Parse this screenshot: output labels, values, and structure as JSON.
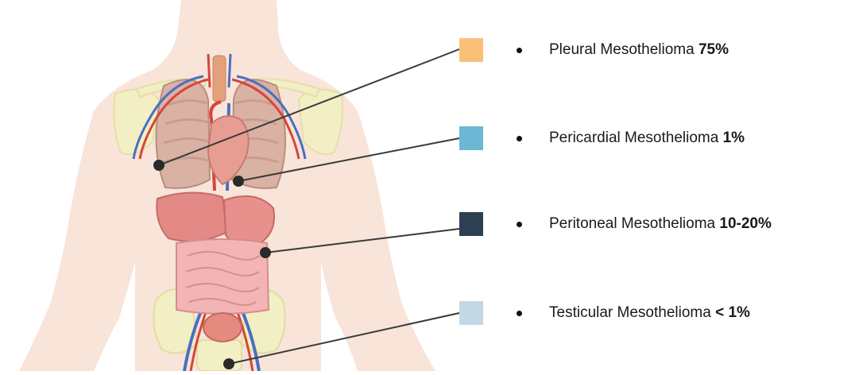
{
  "legend": [
    {
      "label": "Pleural Mesothelioma ",
      "percent": "75%",
      "color": "#f9c07a"
    },
    {
      "label": "Pericardial Mesothelioma ",
      "percent": "1%",
      "color": "#6db7d4"
    },
    {
      "label": "Peritoneal Mesothelioma ",
      "percent": "10-20%",
      "color": "#2e3f52"
    },
    {
      "label": "Testicular Mesothelioma ",
      "percent": "< 1%",
      "color": "#c3d7e4"
    }
  ],
  "colors": {
    "skin": "#f8e4d8",
    "bone": "#f2efc4",
    "lung": "#d9b2a4",
    "organ": "#e59a9a",
    "intestine": "#f2b4b4",
    "artery": "#d8443c",
    "vein": "#4a6fc0",
    "leader_line": "#3a3a3a"
  }
}
